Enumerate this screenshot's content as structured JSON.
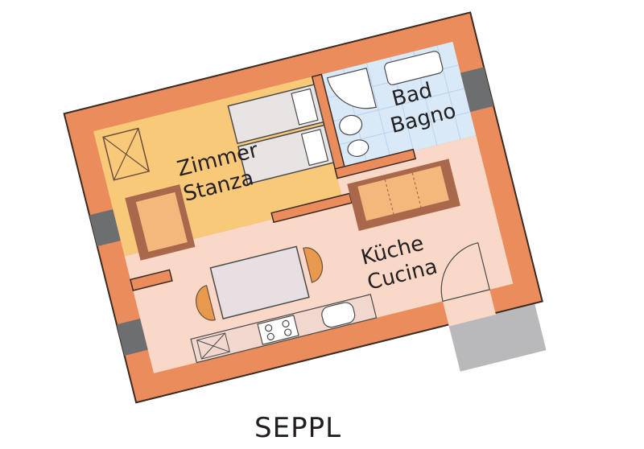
{
  "plan": {
    "title": "SEPPL",
    "rooms": {
      "zimmer": {
        "line1": "Zimmer",
        "line2": "Stanza"
      },
      "bad": {
        "line1": "Bad",
        "line2": "Bagno"
      },
      "kueche": {
        "line1": "Küche",
        "line2": "Cucina"
      }
    }
  },
  "colors": {
    "wall": "#ea8c5c",
    "wall_edge": "#3a2a22",
    "zimmer_floor": "#f9c97a",
    "kueche_floor": "#f9d8c8",
    "bad_floor": "#d9e9f7",
    "furniture_brown": "#a9684b",
    "sofa_peach": "#f4b77c",
    "chair_orange": "#e79a4e",
    "table_grey": "#e8dfe2",
    "window_grey": "#6d6e70",
    "entrance_grey": "#b9b9bb"
  }
}
